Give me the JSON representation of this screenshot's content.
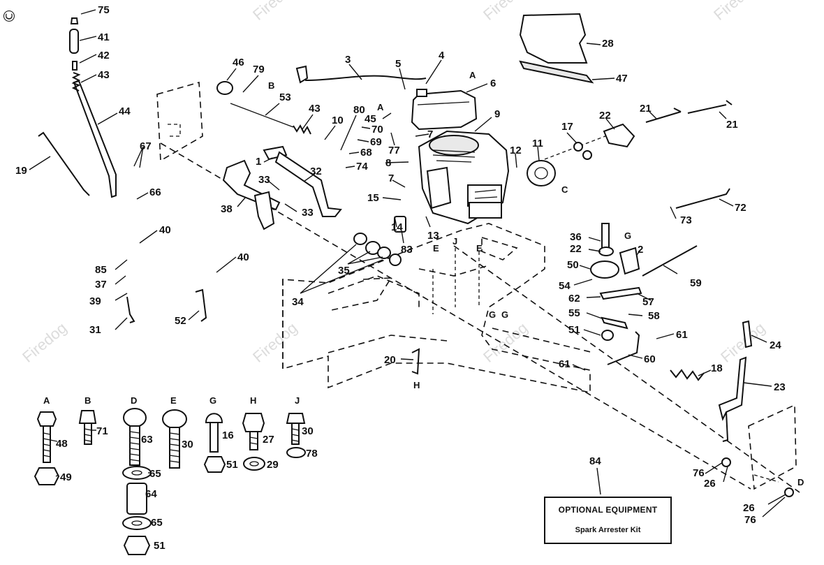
{
  "watermark": {
    "copyright_symbol": "©",
    "text": "Firedog"
  },
  "callouts": [
    "75",
    "41",
    "42",
    "43",
    "44",
    "19",
    "67",
    "66",
    "40",
    "85",
    "37",
    "39",
    "31",
    "40",
    "52",
    "46",
    "79",
    "3",
    "5",
    "4",
    "6",
    "53",
    "43",
    "10",
    "80",
    "45",
    "70",
    "69",
    "77",
    "68",
    "74",
    "8",
    "7",
    "9",
    "12",
    "11",
    "17",
    "22",
    "21",
    "21",
    "28",
    "47",
    "1",
    "33",
    "32",
    "38",
    "33",
    "15",
    "14",
    "13",
    "7",
    "83",
    "35",
    "34",
    "20",
    "36",
    "22",
    "2",
    "50",
    "54",
    "59",
    "62",
    "57",
    "55",
    "58",
    "51",
    "61",
    "60",
    "61",
    "73",
    "72",
    "24",
    "18",
    "23",
    "76",
    "26",
    "26",
    "76",
    "84",
    "48",
    "49",
    "71",
    "63",
    "65",
    "64",
    "65",
    "51",
    "30",
    "16",
    "51",
    "27",
    "29",
    "30",
    "78"
  ],
  "letters": [
    "B",
    "A",
    "A",
    "E",
    "J",
    "E",
    "G",
    "G",
    "G",
    "H",
    "C",
    "D"
  ],
  "hardware_columns": [
    {
      "letter": "A",
      "parts": [
        "48",
        "49"
      ]
    },
    {
      "letter": "B",
      "parts": [
        "71"
      ]
    },
    {
      "letter": "D",
      "parts": [
        "63",
        "65",
        "64",
        "65",
        "51"
      ]
    },
    {
      "letter": "E",
      "parts": [
        "30"
      ]
    },
    {
      "letter": "G",
      "parts": [
        "16",
        "51"
      ]
    },
    {
      "letter": "H",
      "parts": [
        "27",
        "29"
      ]
    },
    {
      "letter": "J",
      "parts": [
        "30",
        "78"
      ]
    }
  ],
  "optional_equipment": {
    "callout": "84",
    "title": "OPTIONAL EQUIPMENT",
    "subtitle": "Spark Arrester Kit"
  }
}
